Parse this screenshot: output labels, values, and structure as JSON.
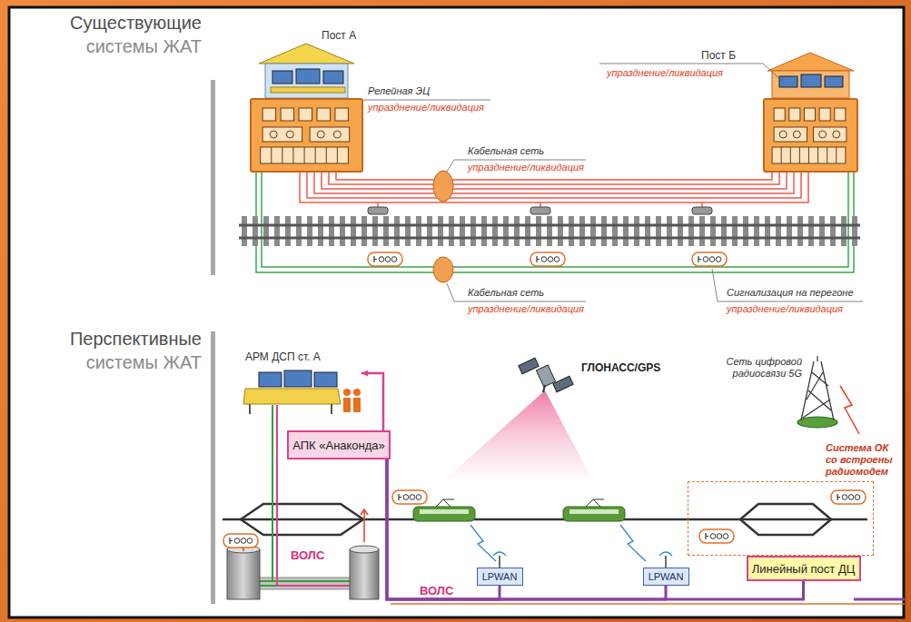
{
  "diagram": {
    "nodes": [
      {
        "text": [
          "Пост А"
        ]
      },
      {
        "text": [
          "Пост Б"
        ]
      },
      {
        "text": [
          "АРМ ДСП ст. А"
        ]
      },
      {
        "text": [
          "АПК «Анаконда»"
        ]
      },
      {
        "text": [
          "LPWAN"
        ]
      },
      {
        "text": [
          "LPWAN"
        ]
      },
      {
        "text": [
          "Система ОК со встроены радиомодем"
        ]
      },
      {
        "text": [
          "Линейный пост ДЦ"
        ]
      }
    ],
    "edges": [
      {
        "from": 3,
        "to": 2,
        "arrow": "to"
      },
      {
        "from": 3,
        "to": 4,
        "arrow": "none"
      },
      {
        "from": 3,
        "to": 5,
        "arrow": "none"
      },
      {
        "from": 3,
        "to": 7,
        "arrow": "none"
      }
    ],
    "labels": [
      "Существующие",
      "системы ЖАТ",
      "Релейная ЭЦ",
      "упразднение/ликвидация",
      "упразднение/ликвидация",
      "Кабельная сеть",
      "упразднение/ликвидация",
      "Кабельная сеть",
      "упразднение/ликвидация",
      "Сигнализация на перегоне",
      "упразднение/ликвидация",
      "Перспективные",
      "системы ЖАТ",
      "ГЛОНАСС/GPS",
      "Сеть цифровой радиосвязи 5G",
      "ВОЛС",
      "ВОЛС"
    ]
  }
}
